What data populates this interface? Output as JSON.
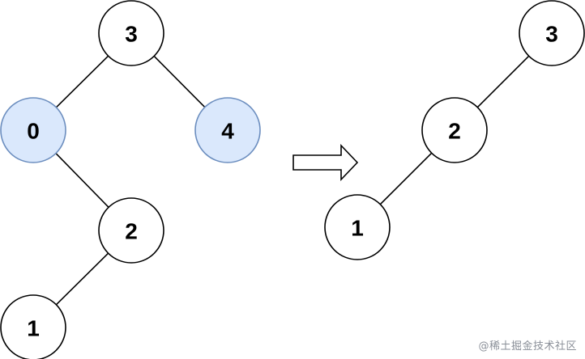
{
  "diagram": {
    "before_tree": {
      "nodes": [
        {
          "id": "n3",
          "label": "3",
          "highlighted": false
        },
        {
          "id": "n0",
          "label": "0",
          "highlighted": true
        },
        {
          "id": "n4",
          "label": "4",
          "highlighted": true
        },
        {
          "id": "n2",
          "label": "2",
          "highlighted": false
        },
        {
          "id": "n1",
          "label": "1",
          "highlighted": false
        }
      ],
      "edges": [
        [
          "n3",
          "n0"
        ],
        [
          "n3",
          "n4"
        ],
        [
          "n0",
          "n2"
        ],
        [
          "n2",
          "n1"
        ]
      ]
    },
    "after_tree": {
      "nodes": [
        {
          "id": "m3",
          "label": "3",
          "highlighted": false
        },
        {
          "id": "m2",
          "label": "2",
          "highlighted": false
        },
        {
          "id": "m1",
          "label": "1",
          "highlighted": false
        }
      ],
      "edges": [
        [
          "m3",
          "m2"
        ],
        [
          "m2",
          "m1"
        ]
      ]
    },
    "colors": {
      "highlight_fill": "#dae8fc",
      "highlight_stroke": "#6c8ebf",
      "node_fill": "#ffffff",
      "stroke": "#000000"
    }
  },
  "watermark": {
    "text": "@稀土掘金技术社区"
  }
}
